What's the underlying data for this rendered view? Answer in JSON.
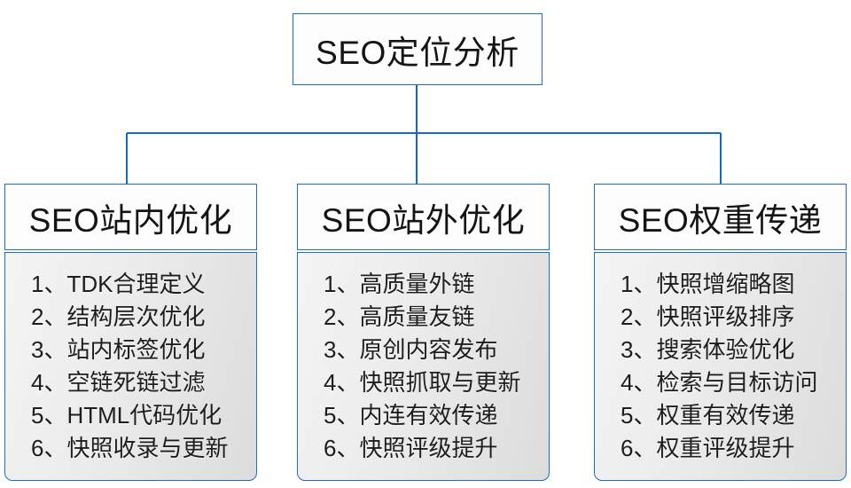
{
  "diagram": {
    "title": "SEO定位分析",
    "root": {
      "label": "SEO定位分析"
    },
    "colors": {
      "border": "#1b6fc1",
      "connector": "#1769bd",
      "header_fill": "#fdfdfd",
      "body_fill_light": "#f4f4f4",
      "body_fill_dark": "#dcdcdc",
      "text": "#1d1d1d"
    },
    "branches": [
      {
        "header": "SEO站内优化",
        "items": [
          "1、TDK合理定义",
          "2、结构层次优化",
          "3、站内标签优化",
          "4、空链死链过滤",
          "5、HTML代码优化",
          "6、快照收录与更新"
        ]
      },
      {
        "header": "SEO站外优化",
        "items": [
          "1、高质量外链",
          "2、高质量友链",
          "3、原创内容发布",
          "4、快照抓取与更新",
          "5、内连有效传递",
          "6、快照评级提升"
        ]
      },
      {
        "header": "SEO权重传递",
        "items": [
          "1、快照增缩略图",
          "2、快照评级排序",
          "3、搜索体验优化",
          "4、检索与目标访问",
          "5、权重有效传递",
          "6、权重评级提升"
        ]
      }
    ]
  }
}
